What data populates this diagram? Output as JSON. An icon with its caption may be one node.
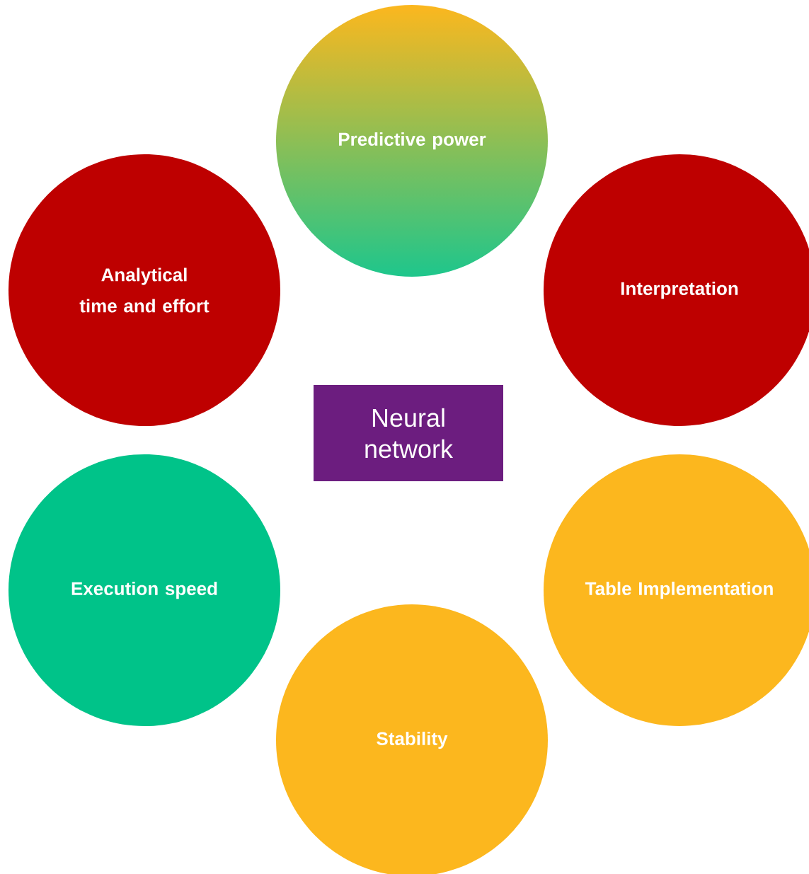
{
  "diagram": {
    "nodes": [
      {
        "text": [
          "Neural network"
        ]
      },
      {
        "text": [
          "Predictive power"
        ]
      },
      {
        "text": [
          "Analytical time and effort"
        ]
      },
      {
        "text": [
          "Interpretation"
        ]
      },
      {
        "text": [
          "Execution speed"
        ]
      },
      {
        "text": [
          "Table Implementation"
        ]
      },
      {
        "text": [
          "Stability"
        ]
      }
    ]
  }
}
